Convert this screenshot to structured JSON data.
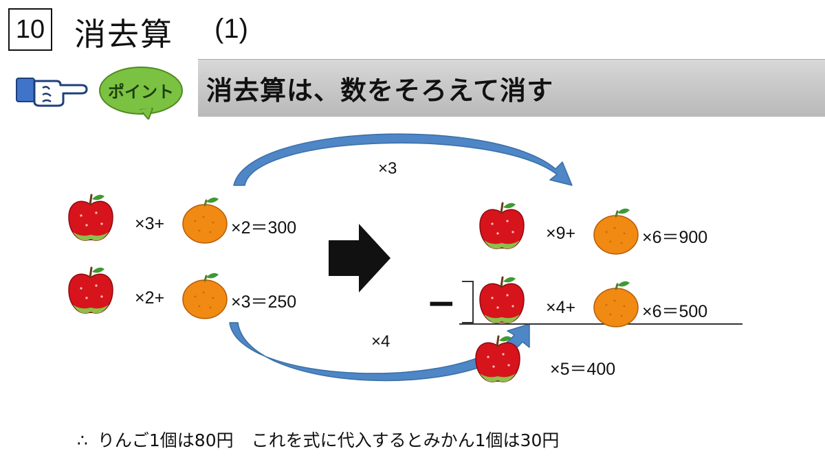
{
  "header": {
    "lesson_number": "10",
    "lesson_title": "消去算",
    "lesson_subtitle": "(1)"
  },
  "point": {
    "label": "ポイント",
    "text": "消去算は、数をそろえて消す"
  },
  "left_equations": {
    "eq1": {
      "apple_part": "×3+",
      "orange_part": "×2＝300"
    },
    "eq2": {
      "apple_part": "×2+",
      "orange_part": "×3＝250"
    }
  },
  "multipliers": {
    "top": "×3",
    "bottom": "×4"
  },
  "right_equations": {
    "eq1": {
      "apple_part": "×9+",
      "orange_part": "×6＝900"
    },
    "eq2": {
      "apple_part": "×4+",
      "orange_part": "×6＝500"
    },
    "difference": {
      "apple_part": "×5＝400"
    }
  },
  "operator": "−",
  "conclusion": {
    "symbol": "∴",
    "part1": "りんご1個は80円",
    "part2": "これを式に代入するとみかん1個は30円"
  },
  "colors": {
    "apple_red": "#d7141c",
    "orange": "#f08a13",
    "arrow_blue": "#4e86c6",
    "banner_gray": "#c9c9c9",
    "bubble_green": "#7cc242"
  }
}
